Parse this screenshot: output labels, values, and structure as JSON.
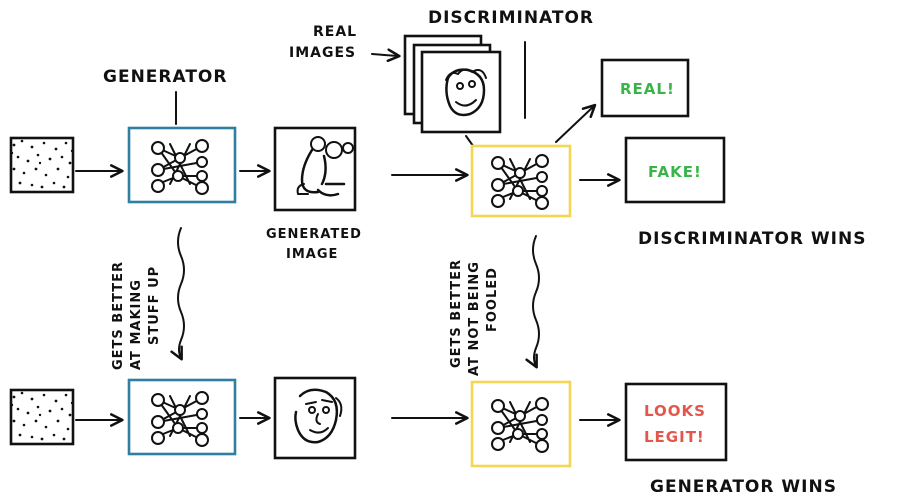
{
  "colors": {
    "generator_frame": "#2f7fa0",
    "discriminator_frame": "#f3d654",
    "real_text": "#3cb34a",
    "fake_text": "#3cb34a",
    "legit_text": "#e2564c",
    "ink": "#111111"
  },
  "labels": {
    "generator": "GENERATOR",
    "discriminator": "DISCRIMINATOR",
    "real_images": [
      "REAL",
      "IMAGES"
    ],
    "generated_image": [
      "GENERATED",
      "IMAGE"
    ],
    "discriminator_wins": "DISCRIMINATOR WINS",
    "generator_wins": "GENERATOR WINS",
    "gen_improves": [
      "GETS BETTER",
      "AT MAKING",
      "STUFF UP"
    ],
    "disc_improves": [
      "GETS BETTER",
      "AT NOT BEING",
      "FOOLED"
    ]
  },
  "verdicts": {
    "real": "REAL!",
    "fake": "FAKE!",
    "legit": [
      "LOOKS",
      "LEGIT!"
    ]
  },
  "icons": {
    "noise": "noise-icon",
    "network": "neural-network-icon",
    "generated_sketch": "stick-figure-sketch-icon",
    "face_sketch": "face-sketch-icon"
  }
}
